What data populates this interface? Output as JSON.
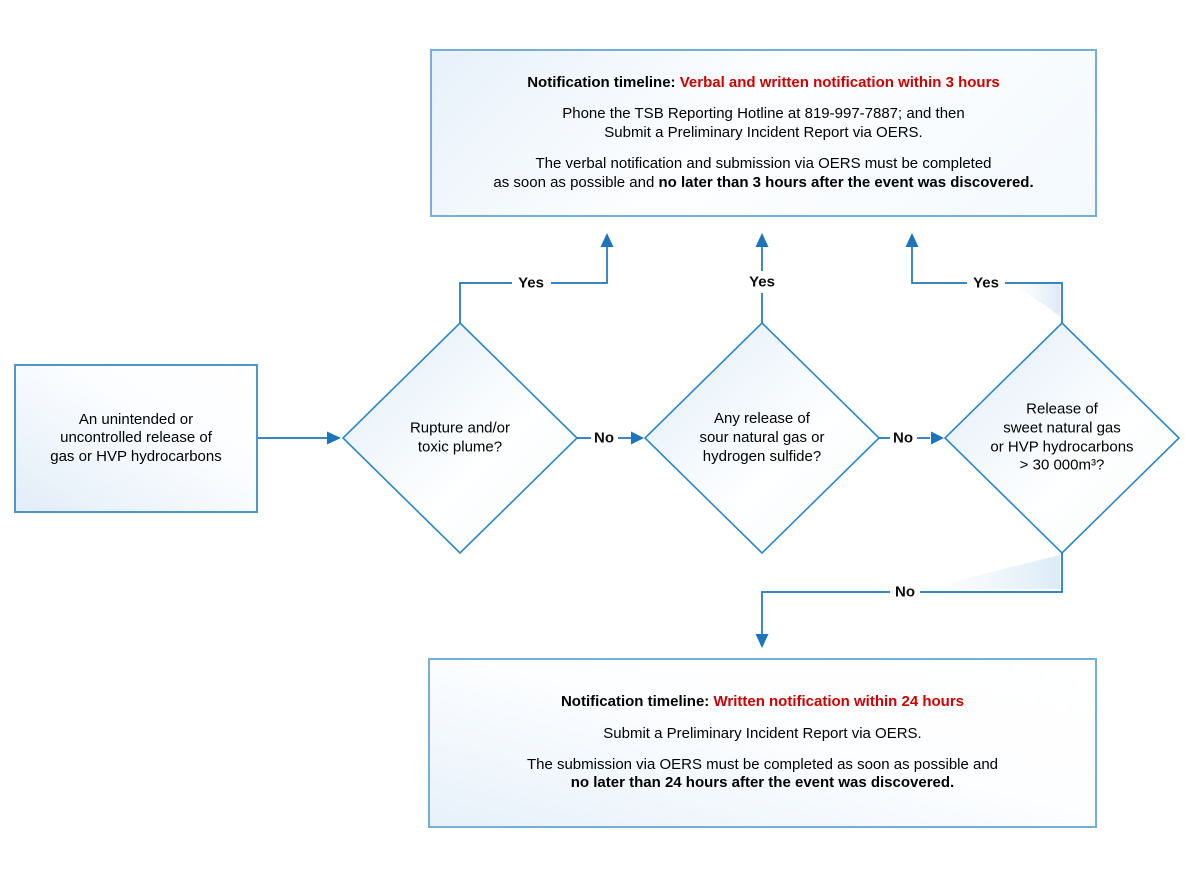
{
  "palette": {
    "connector_blue": "#1C75BC",
    "diamond_stroke_blue": "#2E86C4",
    "box_border_blue": "#74AEDA",
    "highlight_red": "#CB0000",
    "fill_light_blue": "#E2EDF8"
  },
  "start_box": {
    "text": "An unintended or\nuncontrolled release of\ngas or HVP hydrocarbons"
  },
  "decisions": [
    {
      "id": "rupture",
      "text": "Rupture and/or\ntoxic plume?"
    },
    {
      "id": "sour-gas",
      "text": "Any release of\nsour natural gas or\nhydrogen sulfide?"
    },
    {
      "id": "sweet-gas",
      "text": "Release of\nsweet natural gas\nor HVP hydrocarbons\n> 30 000m³?"
    }
  ],
  "branch_labels": {
    "yes1": "Yes",
    "yes2": "Yes",
    "yes3": "Yes",
    "no1": "No",
    "no2": "No",
    "no3": "No"
  },
  "outcome_3_hours": {
    "heading_prefix": "Notification timeline: ",
    "heading_highlight": "Verbal and written notification within 3 hours",
    "p1_line1": "Phone the TSB Reporting Hotline at 819-997-7887; and then",
    "p1_line2": "Submit a Preliminary Incident Report via OERS.",
    "p2_line1": "The verbal notification and submission via OERS must be completed",
    "p2_line2_normal": "as soon as possible and ",
    "p2_line2_bold": "no later than 3 hours after the event was discovered."
  },
  "outcome_24_hours": {
    "heading_prefix": "Notification timeline: ",
    "heading_highlight": "Written notification within 24 hours",
    "p1": "Submit a Preliminary Incident Report via OERS.",
    "p2_line1": "The submission via OERS must be completed as soon as possible and",
    "p2_line2_bold": "no later than 24 hours after the event was discovered."
  }
}
